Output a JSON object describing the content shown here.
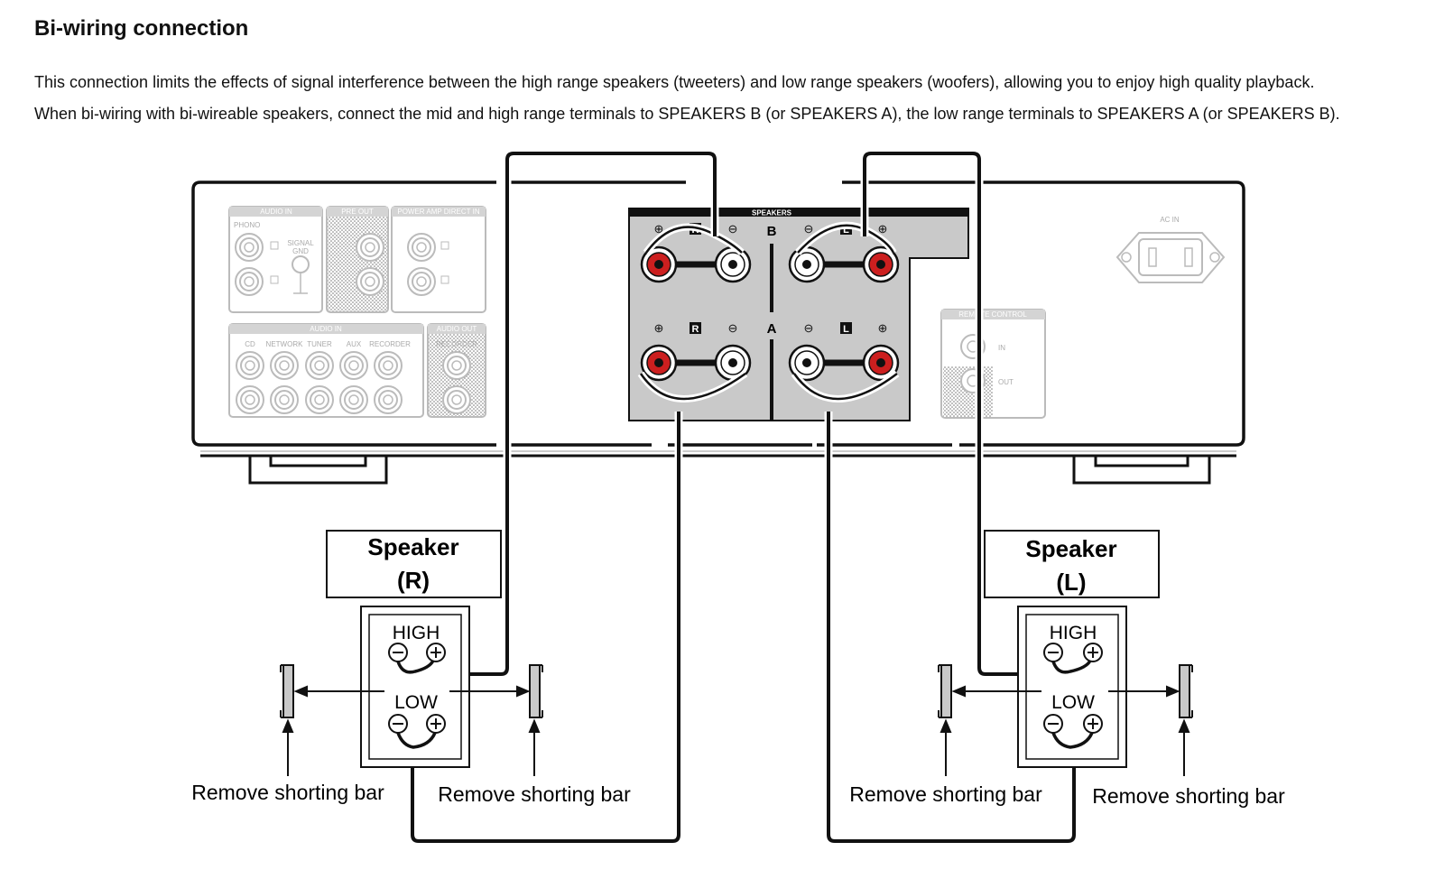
{
  "heading": "Bi-wiring connection",
  "paragraphs": [
    "This connection limits the effects of signal interference between the high range speakers (tweeters) and low range speakers (woofers), allowing you to enjoy high quality playback.",
    "When bi-wiring with bi-wireable speakers, connect the mid and high range terminals to SPEAKERS B (or SPEAKERS A), the low range terminals to SPEAKERS A (or SPEAKERS B)."
  ],
  "panel": {
    "audio_in_top": "AUDIO IN",
    "phono": "PHONO",
    "signal_gnd": [
      "SIGNAL",
      "GND"
    ],
    "pre_out": "PRE OUT",
    "power_amp_direct_in": "POWER AMP DIRECT IN",
    "audio_in_bottom": "AUDIO IN",
    "inputs": [
      "CD",
      "NETWORK",
      "TUNER",
      "AUX",
      "RECORDER"
    ],
    "audio_out": "AUDIO OUT",
    "recorder": "RECORDER",
    "speakers": "SPEAKERS",
    "bank_b": "B",
    "bank_a": "A",
    "ch_r": "R",
    "ch_l": "L",
    "ac_in": "AC IN",
    "remote_control": "REMOTE CONTROL",
    "rc_in": "IN",
    "rc_out": "OUT"
  },
  "speaker_r": {
    "title": "Speaker",
    "channel": "(R)",
    "high": "HIGH",
    "low": "LOW"
  },
  "speaker_l": {
    "title": "Speaker",
    "channel": "(L)",
    "high": "HIGH",
    "low": "LOW"
  },
  "callouts": [
    "Remove shorting bar",
    "Remove shorting bar",
    "Remove shorting bar",
    "Remove shorting bar"
  ],
  "colors": {
    "terminal_red": "#cc1f1f",
    "panel_gray": "#c9c9c9",
    "line": "#111111",
    "faded": "#b5b5b5"
  }
}
